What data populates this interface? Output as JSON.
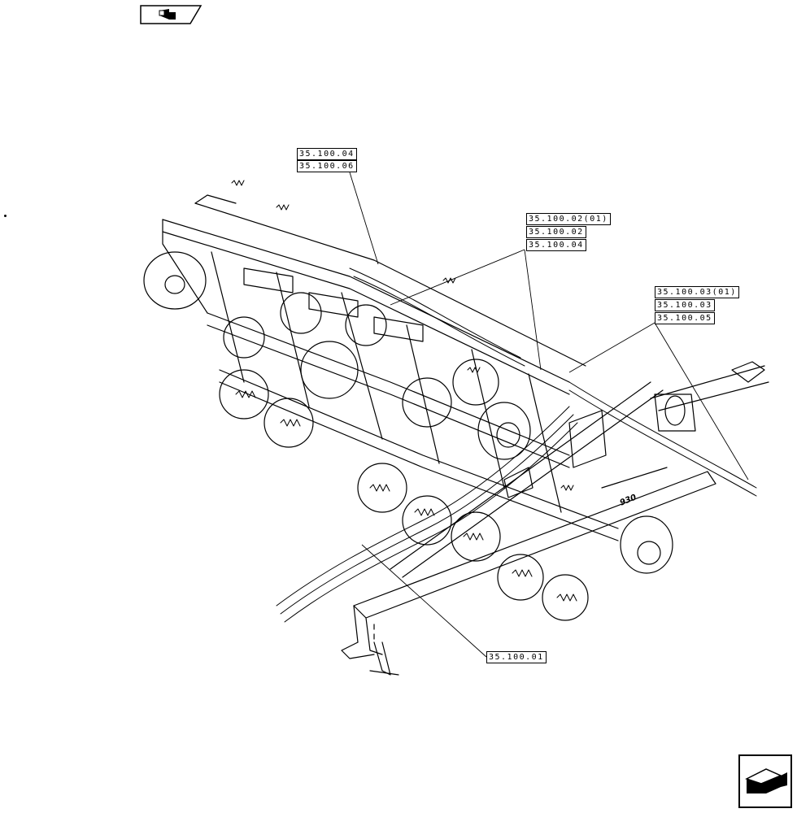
{
  "icons": {
    "top_nav": "previous-page-icon",
    "bottom_nav": "next-page-icon"
  },
  "callouts": {
    "group_a": [
      "35.100.04",
      "35.100.06"
    ],
    "group_b": [
      "35.100.02(01)",
      "35.100.02",
      "35.100.04"
    ],
    "group_c": [
      "35.100.03(01)",
      "35.100.03",
      "35.100.05"
    ],
    "group_d": [
      "35.100.01"
    ]
  },
  "decal_text": "930"
}
